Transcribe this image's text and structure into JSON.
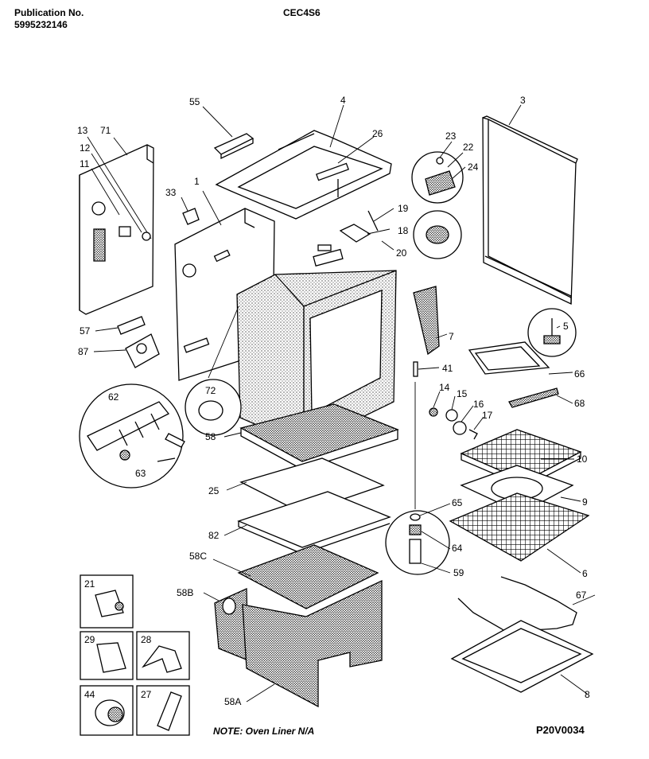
{
  "header": {
    "publication_label": "Publication No.",
    "publication_number": "5995232146",
    "model": "CEC4S6"
  },
  "parts": {
    "p55": "55",
    "p4": "4",
    "p26": "26",
    "p3": "3",
    "p13": "13",
    "p71": "71",
    "p12": "12",
    "p11": "11",
    "p33": "33",
    "p1": "1",
    "p23": "23",
    "p22": "22",
    "p24": "24",
    "p19": "19",
    "p18": "18",
    "p20": "20",
    "p5": "5",
    "p57": "57",
    "p87": "87",
    "p7": "7",
    "p41": "41",
    "p66": "66",
    "p72": "72",
    "p62": "62",
    "p14": "14",
    "p15": "15",
    "p16": "16",
    "p17": "17",
    "p68": "68",
    "p58": "58",
    "p10": "10",
    "p63": "63",
    "p25": "25",
    "p9": "9",
    "p65": "65",
    "p82": "82",
    "p64": "64",
    "p58C": "58C",
    "p59": "59",
    "p6": "6",
    "p58B": "58B",
    "p21": "21",
    "p67": "67",
    "p29": "29",
    "p28": "28",
    "p44": "44",
    "p27": "27",
    "p58A": "58A",
    "p8": "8"
  },
  "footer": {
    "note": "NOTE: Oven Liner N/A",
    "drawing_code": "P20V0034"
  }
}
